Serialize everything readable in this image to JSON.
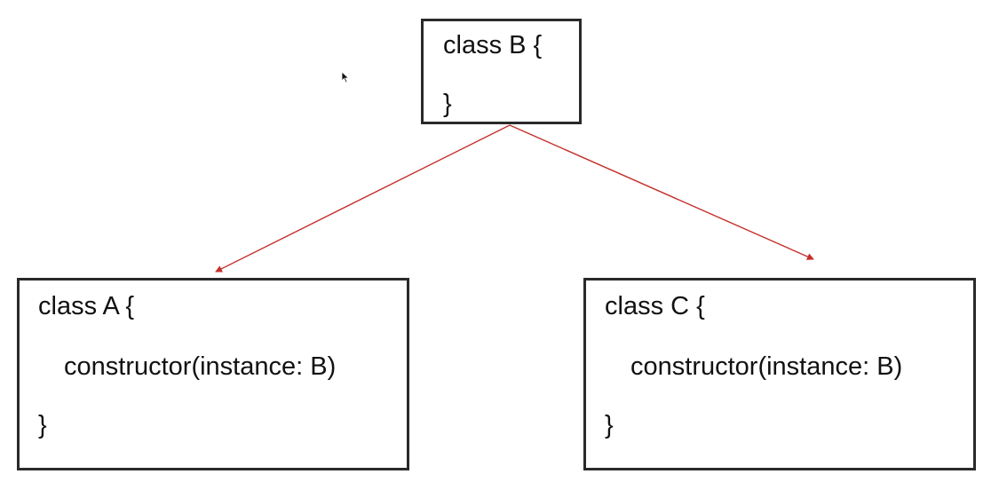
{
  "diagram": {
    "nodes": {
      "b": {
        "line1": "class B {",
        "line3": "}"
      },
      "a": {
        "line1": "class A {",
        "line2": "constructor(instance: B)",
        "line3": "}"
      },
      "c": {
        "line1": "class C {",
        "line2": "constructor(instance: B)",
        "line3": "}"
      }
    },
    "edge_color": "#c4302b",
    "border_color": "#2a2a2a"
  }
}
